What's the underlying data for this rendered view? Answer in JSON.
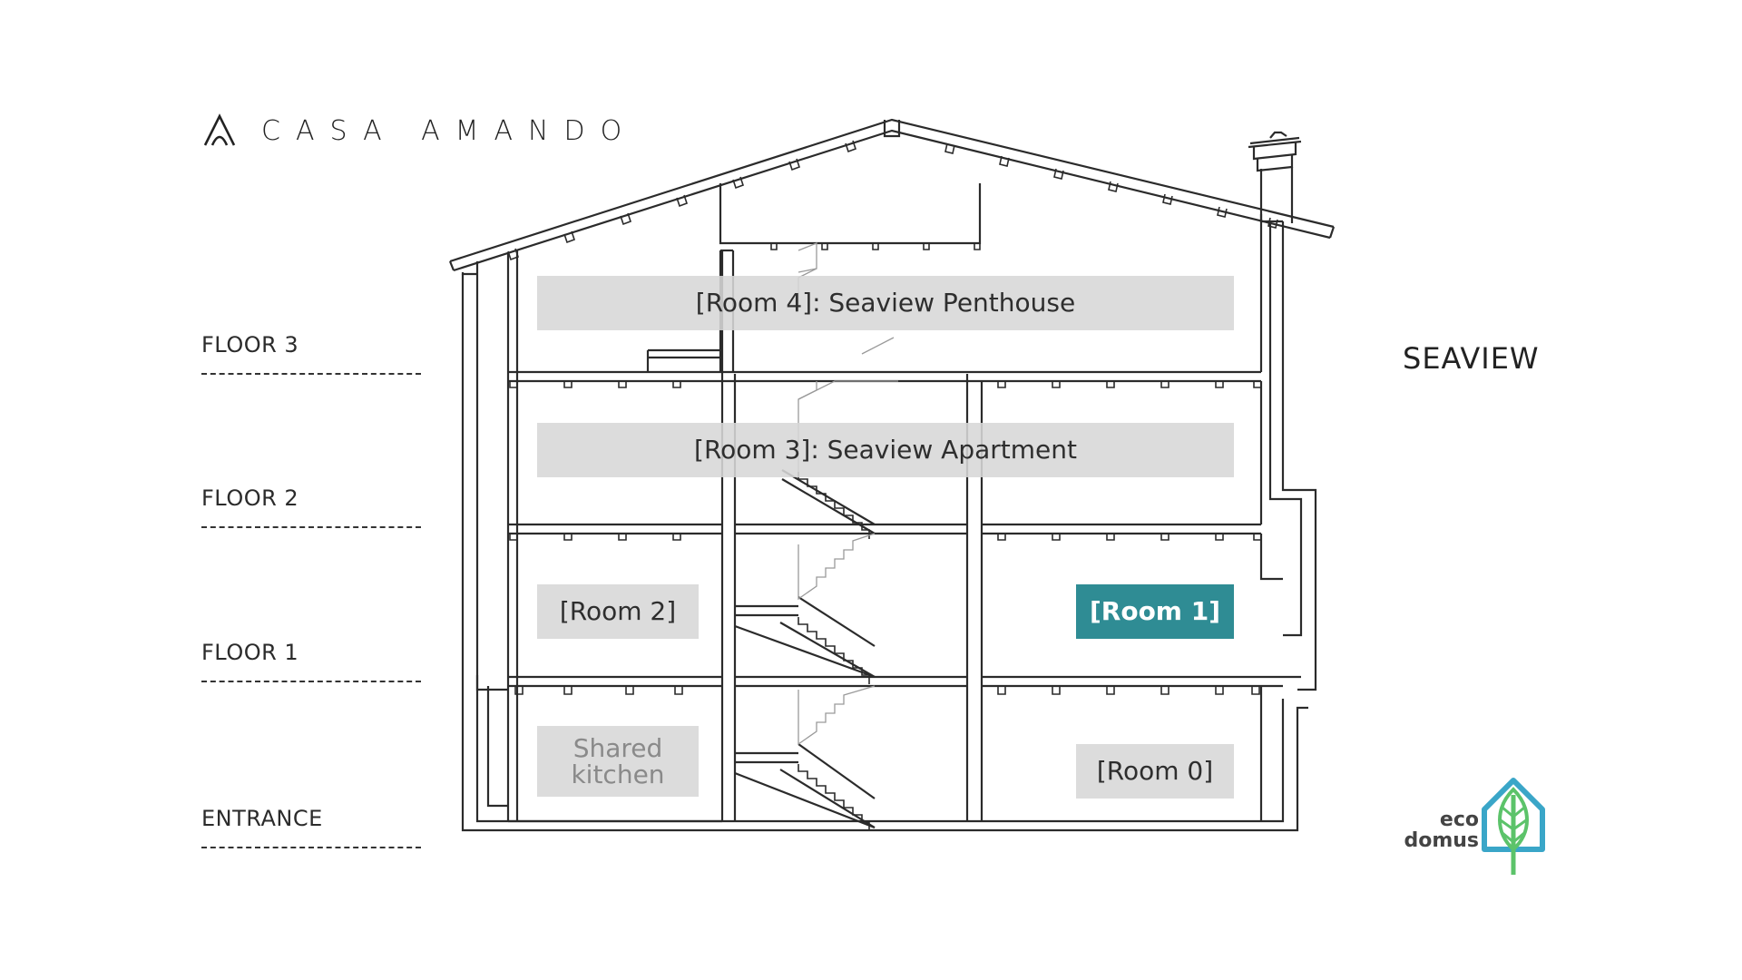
{
  "brand": {
    "name": "CASA AMANDO",
    "logo_icon": "arch-a-logo-icon"
  },
  "floors": [
    {
      "label": "FLOOR 3"
    },
    {
      "label": "FLOOR 2"
    },
    {
      "label": "FLOOR 1"
    },
    {
      "label": "ENTRANCE"
    }
  ],
  "side_label": "SEAVIEW",
  "rooms": {
    "room4": "[Room 4]: Seaview Penthouse",
    "room3": "[Room 3]: Seaview Apartment",
    "room2": "[Room 2]",
    "room1": "[Room 1]",
    "kitchen": "Shared kitchen",
    "room0": "[Room 0]"
  },
  "eco": {
    "line1": "eco",
    "line2": "domus",
    "icon": "leaf-house-icon"
  },
  "colors": {
    "accent": "#2f8c94",
    "tag_gray": "#d7d7d7",
    "line": "#2b2b2b",
    "eco_blue": "#3aa6c8",
    "eco_green": "#5cc36a"
  }
}
